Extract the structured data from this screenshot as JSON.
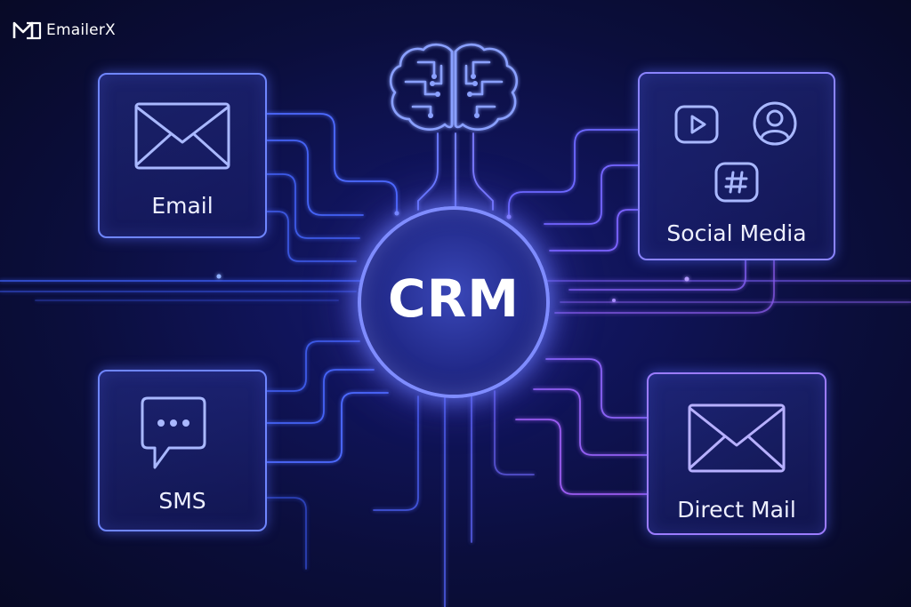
{
  "brand": {
    "name": "EmailerX",
    "icon": "m-logo-icon"
  },
  "hub": {
    "label": "CRM",
    "icon": "brain-icon"
  },
  "channels": {
    "email": {
      "label": "Email",
      "icon": "envelope-icon"
    },
    "social": {
      "label": "Social Media",
      "icons": [
        "play-icon",
        "user-icon",
        "hashtag-icon"
      ]
    },
    "sms": {
      "label": "SMS",
      "icon": "chat-bubble-icon"
    },
    "direct_mail": {
      "label": "Direct Mail",
      "icon": "envelope-icon"
    }
  },
  "colors": {
    "background": "#0b0e3c",
    "accent_blue": "#6f86ff",
    "accent_purple": "#9c7cff",
    "text": "#eef0ff"
  }
}
